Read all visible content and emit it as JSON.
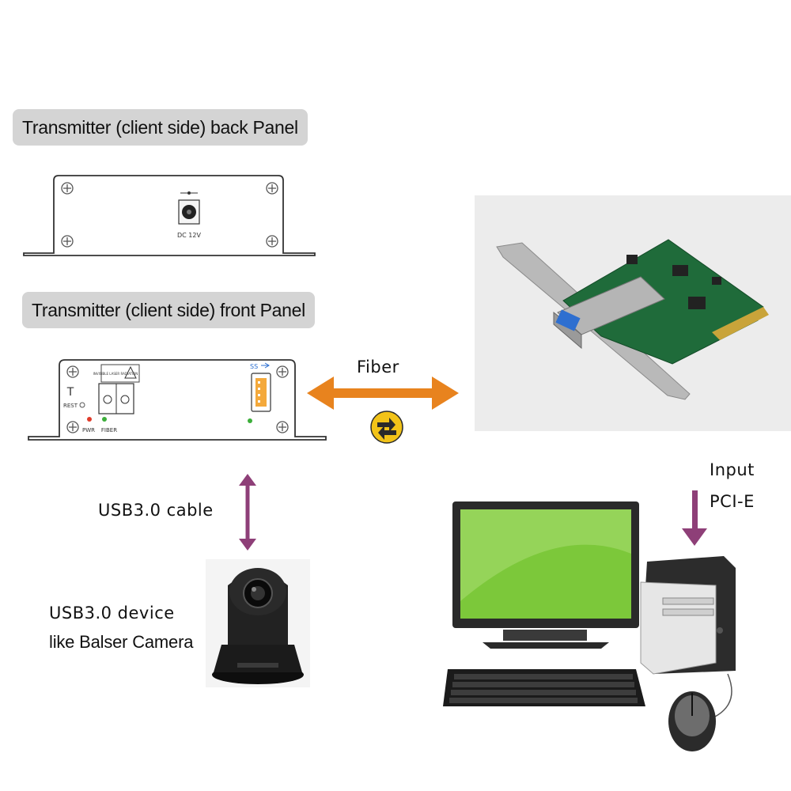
{
  "labels": {
    "back_panel": "Transmitter (client side) back Panel",
    "front_panel": "Transmitter (client side) front Panel",
    "fiber": "Fiber",
    "usb_cable": "USB3.0 cable",
    "device_line1": "USB3.0  device",
    "device_line2": "like Balser Camera",
    "input_line1": "Input",
    "input_line2": "PCI-E"
  },
  "back_panel_marks": {
    "dc_label": "DC 12V"
  },
  "front_panel_marks": {
    "t_label": "T",
    "rest_label": "REST",
    "pwr_label": "PWR",
    "fiber_label": "FIBER",
    "laser_warning": "INVISIBLE LASER RADIATION",
    "ss_logo": "SS"
  },
  "colors": {
    "fiber_arrow": "#e8831e",
    "usb_arrow": "#8e3f78",
    "pcie_arrow": "#8e3f78",
    "panel_label_bg": "#d4d4d4",
    "fiber_badge": "#f2c318",
    "pcb_green": "#1f6b3a",
    "monitor_green": "#7cc83a"
  },
  "icons": {
    "fiber_badge": "fiber-switch-icon",
    "camera": "ptz-camera-icon",
    "pcie_card": "sfp-pcie-card-icon",
    "computer": "desktop-computer-icon"
  }
}
